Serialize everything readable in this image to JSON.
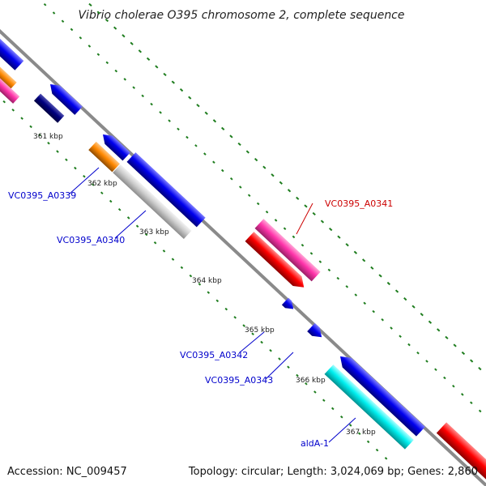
{
  "title": "Vibrio cholerae O395 chromosome 2, complete sequence",
  "footer": {
    "accession": "Accession: NC_009457",
    "summary": "Topology: circular; Length: 3,024,069 bp; Genes: 2,860"
  },
  "colors": {
    "backbone": "#808080",
    "tick_dots": "#1e7d1e",
    "label_blue": "#0000cc",
    "label_red": "#cc0000",
    "feature_blue": "#0000ee",
    "feature_red": "#ff0000",
    "feature_magenta": "#ff33aa",
    "feature_orange": "#ff8800",
    "feature_gray": "#c8c8c8",
    "feature_cyan": "#00f0f0",
    "feature_navy": "#000080"
  },
  "kbp_ticks": [
    "361 kbp",
    "362 kbp",
    "363 kbp",
    "364 kbp",
    "365 kbp",
    "366 kbp",
    "367 kbp"
  ],
  "gene_labels": [
    {
      "text": "VC0395_A0339",
      "color": "blue"
    },
    {
      "text": "VC0395_A0340",
      "color": "blue"
    },
    {
      "text": "VC0395_A0341",
      "color": "red"
    },
    {
      "text": "VC0395_A0342",
      "color": "blue"
    },
    {
      "text": "VC0395_A0343",
      "color": "blue"
    },
    {
      "text": "aldA-1",
      "color": "blue"
    }
  ]
}
